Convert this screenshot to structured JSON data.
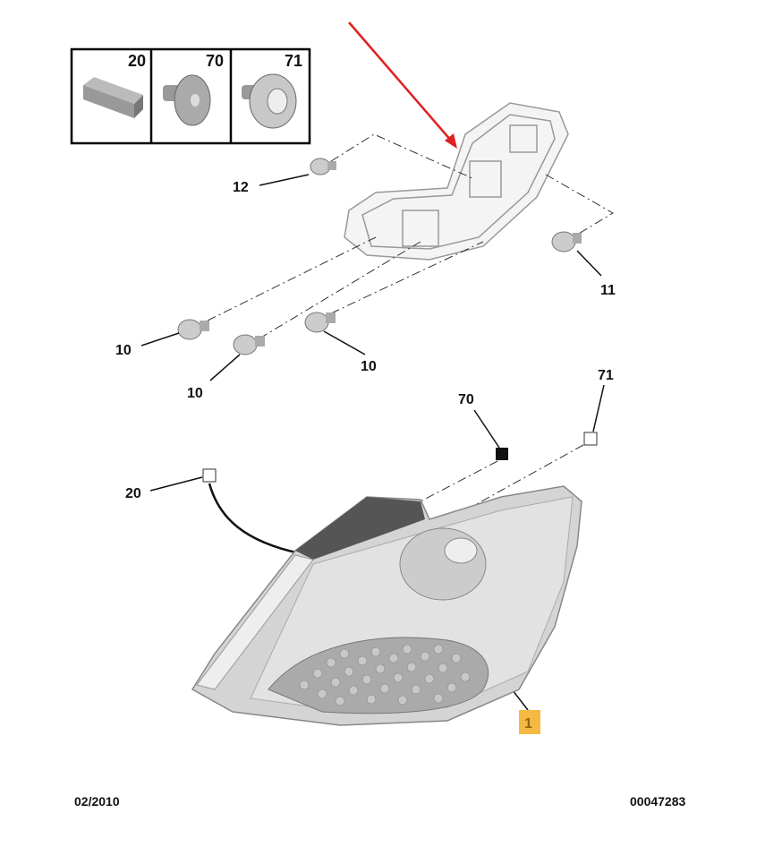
{
  "legend": {
    "items": [
      {
        "ref": "20"
      },
      {
        "ref": "70"
      },
      {
        "ref": "71"
      }
    ]
  },
  "callouts": {
    "bulb_12": "12",
    "bulb_11": "11",
    "bulb_10_a": "10",
    "bulb_10_b": "10",
    "bulb_10_c": "10",
    "clip_70": "70",
    "clip_71": "71",
    "seal_20": "20",
    "lamp_1": "1"
  },
  "footer": {
    "date": "02/2010",
    "reference": "00047283"
  },
  "colors": {
    "arrow": "#e02020",
    "highlight": "#f5b942"
  }
}
